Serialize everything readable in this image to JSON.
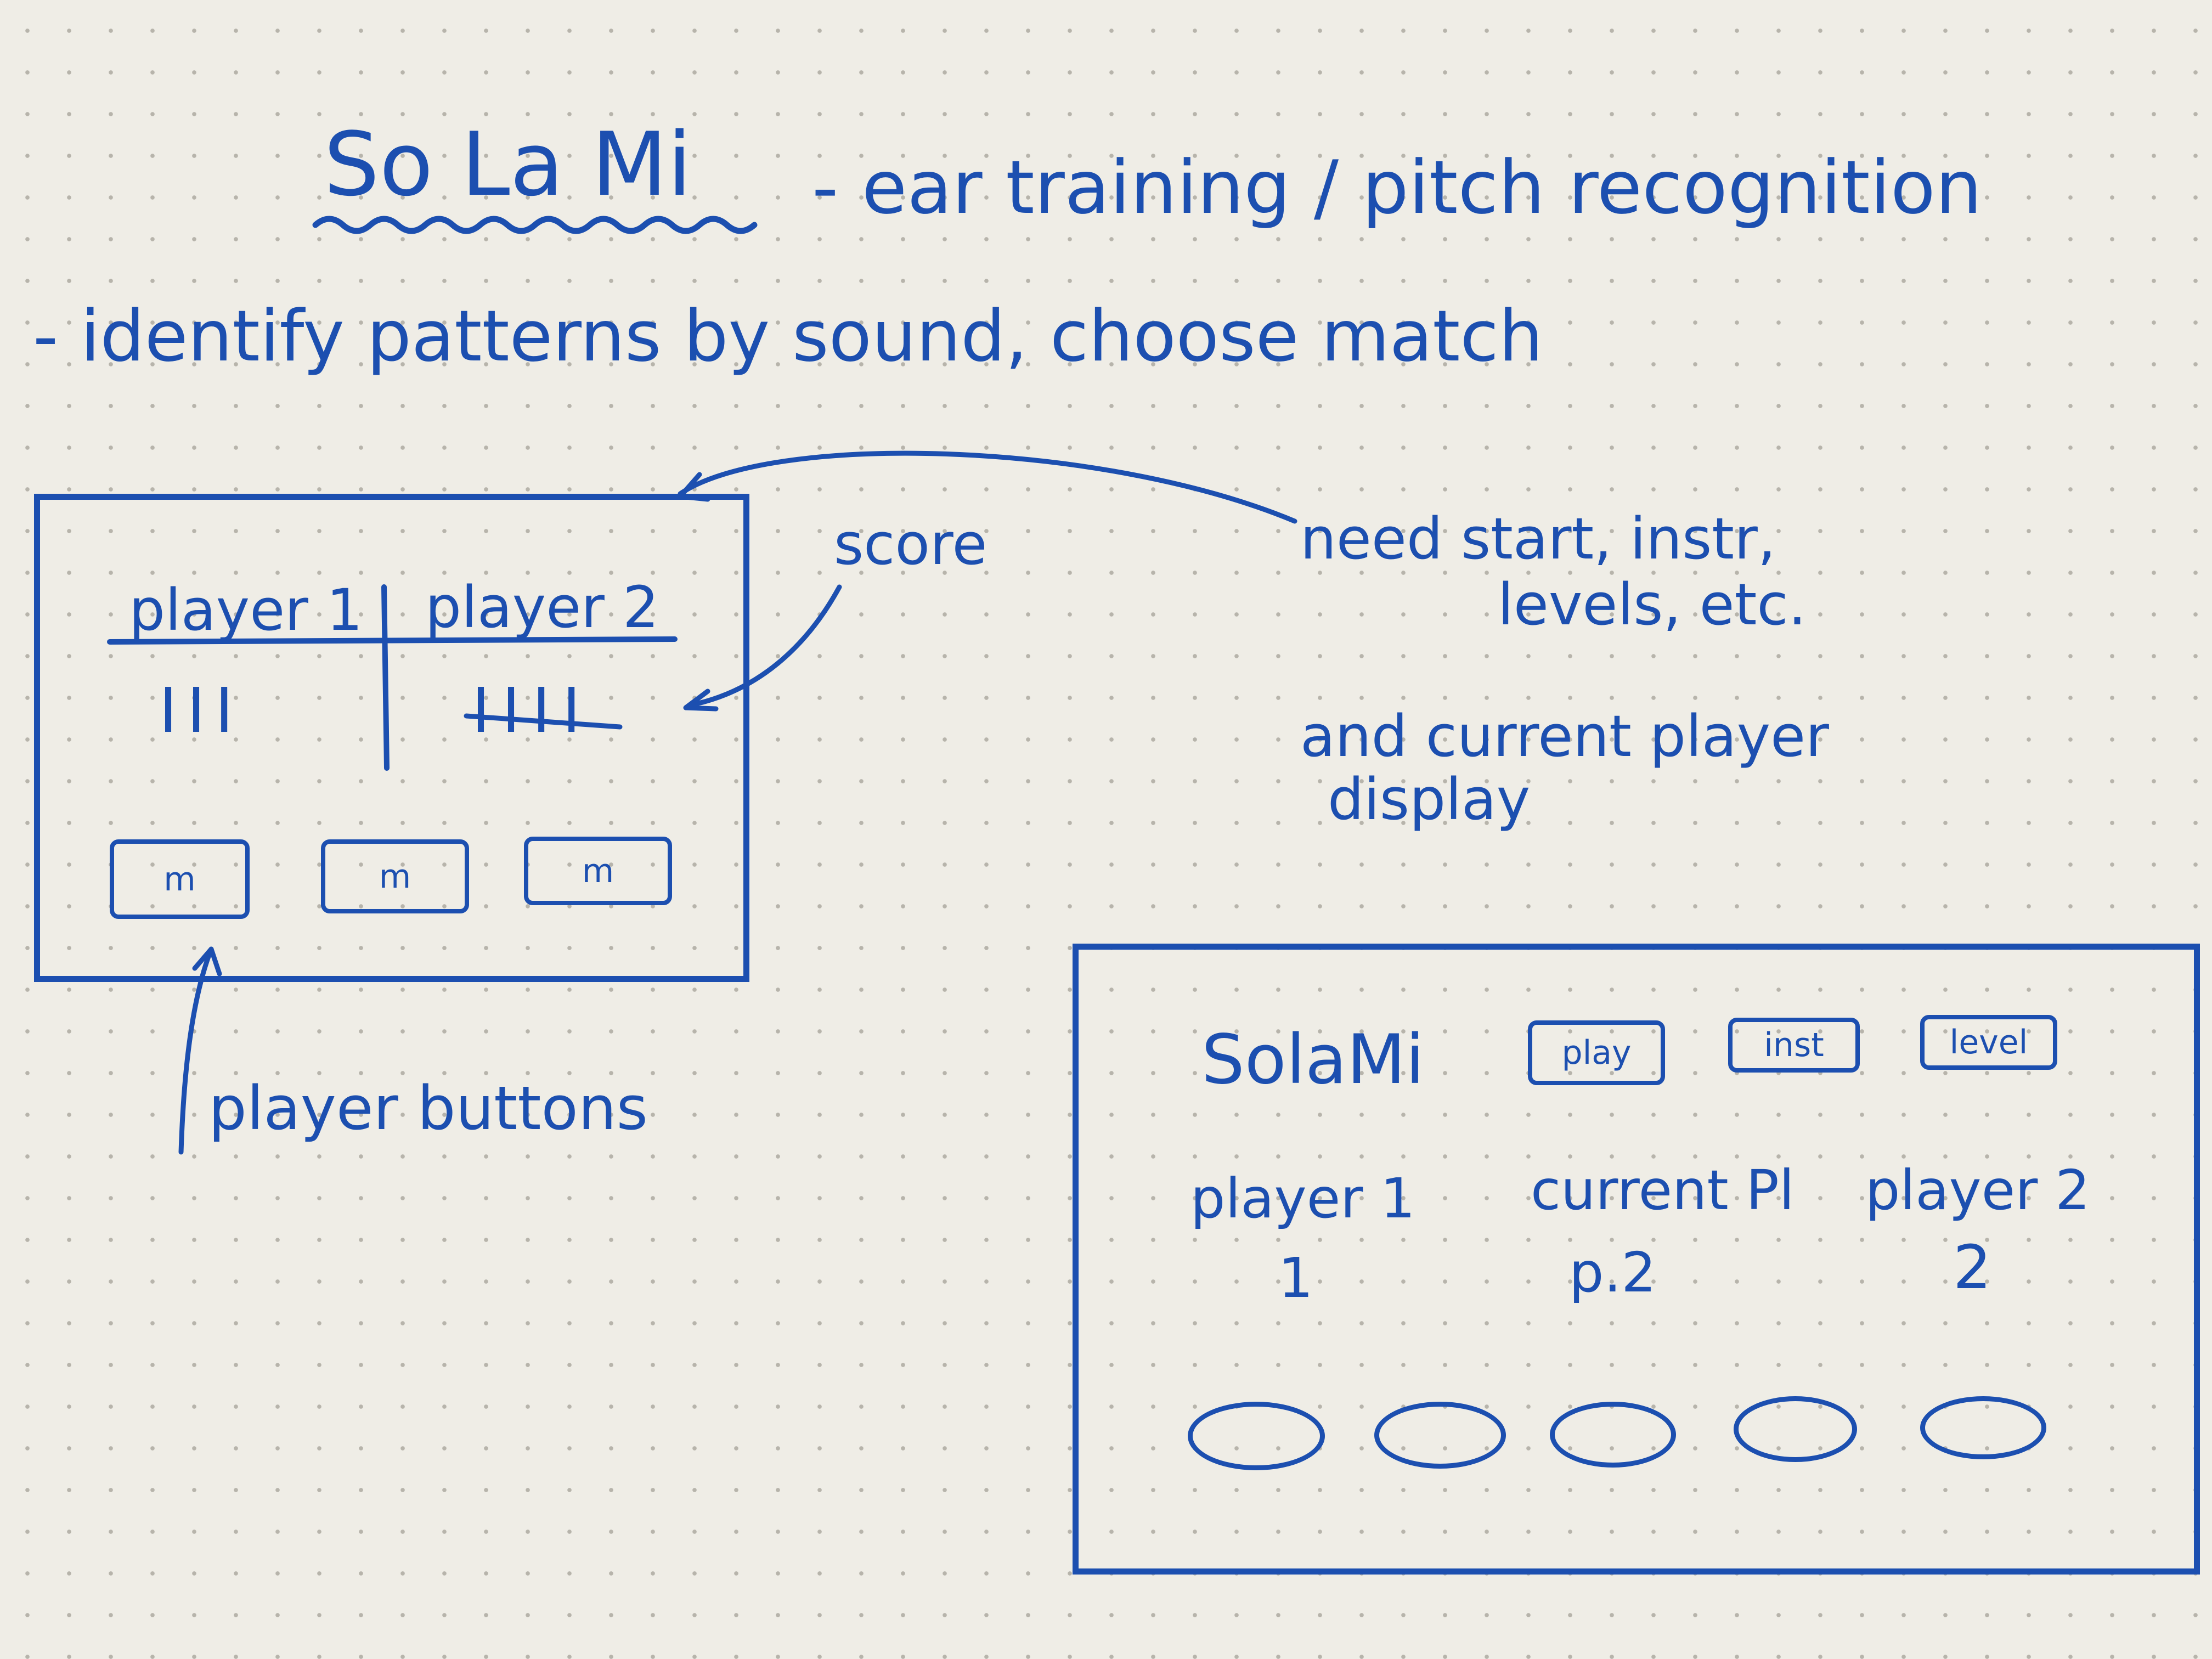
{
  "header": {
    "title": "So La Mi",
    "subtitle": "- ear training / pitch recognition",
    "description": "- identify patterns by sound, choose match"
  },
  "sketch_game": {
    "player1_label": "player 1",
    "player2_label": "player 2",
    "player1_tally": "III",
    "player2_tally": "IIII",
    "buttons": [
      "m",
      "m",
      "m"
    ]
  },
  "annotations": {
    "score": "score",
    "needs_line1": "need start, instr,",
    "needs_line2": "levels, etc.",
    "current_line1": "and current player",
    "current_line2": "display",
    "player_buttons": "player buttons"
  },
  "sketch_menu": {
    "app_name": "SolaMi",
    "buttons": {
      "play": "play",
      "inst": "inst",
      "level": "level"
    },
    "player1_label": "player 1",
    "player1_score": "1",
    "current_label": "current Pl",
    "current_value": "p.2",
    "player2_label": "player 2",
    "player2_score": "2",
    "answer_buttons_count": 5
  },
  "colors": {
    "ink": "#1c4fb0",
    "paper": "#efede6",
    "dot": "#b7b4ab"
  }
}
